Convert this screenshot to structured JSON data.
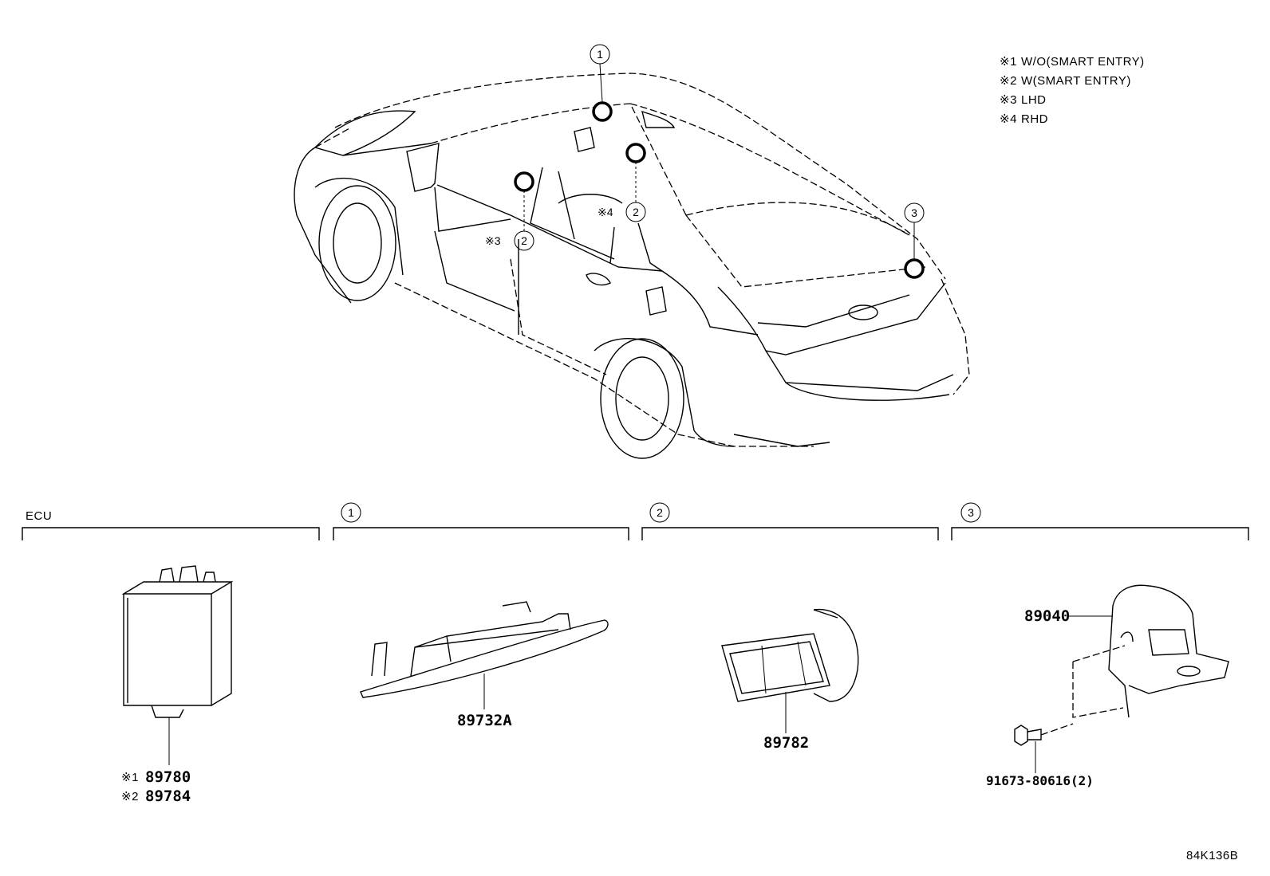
{
  "legend": {
    "notes": [
      {
        "mark": "※1",
        "text": "W/O(SMART ENTRY)"
      },
      {
        "mark": "※2",
        "text": "W(SMART ENTRY)"
      },
      {
        "mark": "※3",
        "text": "LHD"
      },
      {
        "mark": "※4",
        "text": "RHD"
      }
    ]
  },
  "callouts": {
    "car_1": "1",
    "car_2_rhd": "2",
    "car_2_lhd": "2",
    "car_3": "3",
    "car_mark_lhd": "※3",
    "car_mark_rhd": "※4"
  },
  "sections": {
    "ecu": {
      "title": "ECU"
    },
    "s1": {
      "num": "1"
    },
    "s2": {
      "num": "2"
    },
    "s3": {
      "num": "3"
    }
  },
  "parts": {
    "ecu_a_mark": "※1",
    "ecu_a_num": "89780",
    "ecu_b_mark": "※2",
    "ecu_b_num": "89784",
    "antenna_1": "89732A",
    "antenna_2": "89782",
    "antenna_3": "89040",
    "bolt": "91673-80616(2)"
  },
  "figure_id": "84K136B"
}
